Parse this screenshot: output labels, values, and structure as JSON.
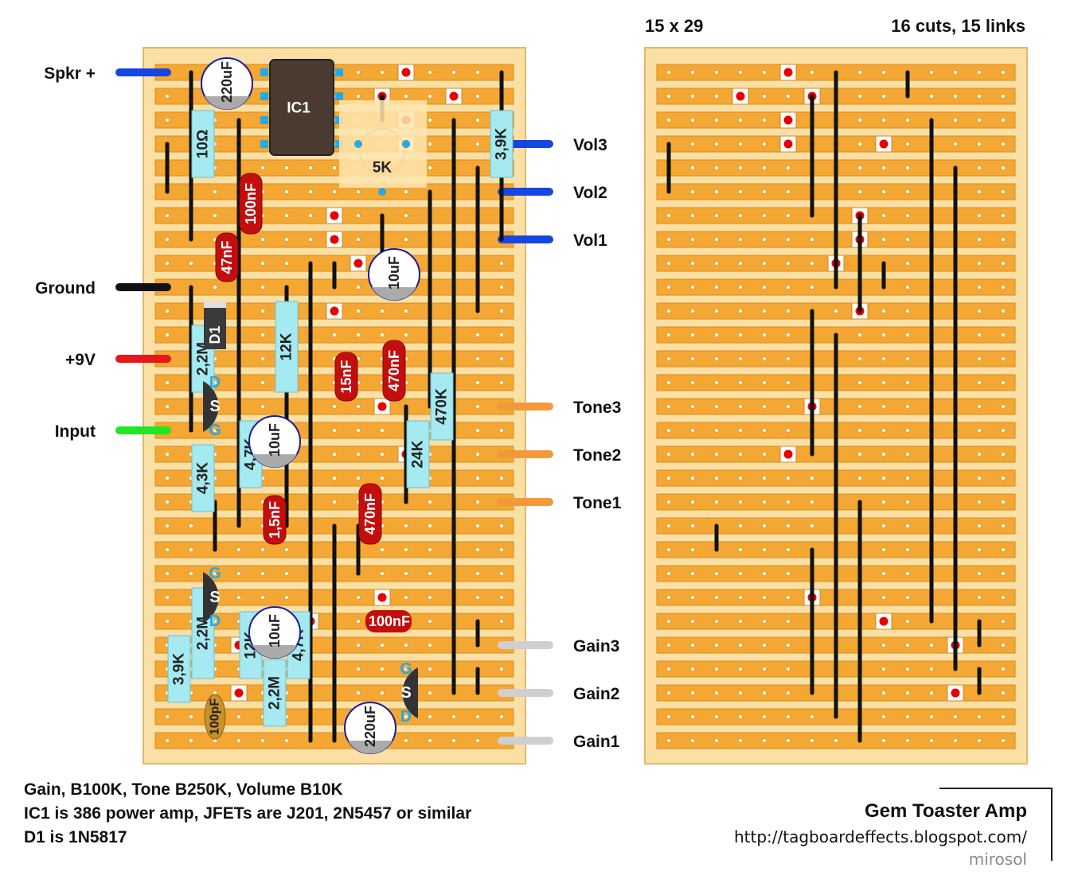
{
  "header": {
    "grid_size": "15 x 29",
    "cuts_links": "16 cuts, 15 links"
  },
  "connections_left": [
    {
      "label": "Spkr +",
      "color": "#1646e0",
      "row": 1
    },
    {
      "label": "Ground",
      "color": "#111111",
      "row": 10
    },
    {
      "label": "+9V",
      "color": "#e8181a",
      "row": 13
    },
    {
      "label": "Input",
      "color": "#21e626",
      "row": 16
    }
  ],
  "connections_right": [
    {
      "label": "Vol3",
      "color": "#1646e0",
      "row": 4
    },
    {
      "label": "Vol2",
      "color": "#1646e0",
      "row": 6
    },
    {
      "label": "Vol1",
      "color": "#1646e0",
      "row": 8
    },
    {
      "label": "Tone3",
      "color": "#f29a3a",
      "row": 15
    },
    {
      "label": "Tone2",
      "color": "#f29a3a",
      "row": 17
    },
    {
      "label": "Tone1",
      "color": "#f29a3a",
      "row": 19
    },
    {
      "label": "Gain3",
      "color": "#cfcfcf",
      "row": 25
    },
    {
      "label": "Gain2",
      "color": "#cfcfcf",
      "row": 27
    },
    {
      "label": "Gain1",
      "color": "#cfcfcf",
      "row": 29
    }
  ],
  "components": {
    "ic1": "IC1",
    "trimmer": "5K",
    "resistors": [
      {
        "label": "10Ω",
        "col": 1.5,
        "r1": 3,
        "r2": 5
      },
      {
        "label": "3,9K",
        "col": 14,
        "r1": 3,
        "r2": 5
      },
      {
        "label": "12K",
        "col": 5,
        "r1": 11,
        "r2": 14
      },
      {
        "label": "2,2M",
        "col": 1.5,
        "r1": 12,
        "r2": 14
      },
      {
        "label": "4,7K",
        "col": 3.5,
        "r1": 16,
        "r2": 18
      },
      {
        "label": "4,3K",
        "col": 1.5,
        "r1": 17,
        "r2": 19
      },
      {
        "label": "24K",
        "col": 10.5,
        "r1": 16,
        "r2": 18
      },
      {
        "label": "470K",
        "col": 11.5,
        "r1": 14,
        "r2": 16
      },
      {
        "label": "2,2M",
        "col": 1.5,
        "r1": 23,
        "r2": 26
      },
      {
        "label": "12K",
        "col": 3.5,
        "r1": 24,
        "r2": 26
      },
      {
        "label": "4,7K",
        "col": 5.5,
        "r1": 24,
        "r2": 26
      },
      {
        "label": "3,9K",
        "col": 0.5,
        "r1": 25,
        "r2": 27
      },
      {
        "label": "2,2M",
        "col": 4.5,
        "r1": 26,
        "r2": 28
      }
    ],
    "film_caps": [
      {
        "label": "100nF",
        "col": 3.5,
        "r1": 5.5,
        "r2": 7.5
      },
      {
        "label": "47nF",
        "col": 2.5,
        "r1": 8,
        "r2": 9.5
      },
      {
        "label": "15nF",
        "col": 7.5,
        "r1": 13,
        "r2": 14.5
      },
      {
        "label": "470nF",
        "col": 9.5,
        "r1": 12.5,
        "r2": 14.5
      },
      {
        "label": "1,5nF",
        "col": 4.5,
        "r1": 19,
        "r2": 20.5
      },
      {
        "label": "470nF",
        "col": 8.5,
        "r1": 18.5,
        "r2": 20.5
      }
    ],
    "film_cap_h": {
      "label": "100nF"
    },
    "ceramic_cap": {
      "label": "100pF"
    },
    "electrolytics": [
      {
        "label": "220uF",
        "col": 2.5,
        "row": 1
      },
      {
        "label": "10uF",
        "col": 9.5,
        "row": 9
      },
      {
        "label": "10uF",
        "col": 4.5,
        "row": 16
      },
      {
        "label": "10uF",
        "col": 4.5,
        "row": 24
      },
      {
        "label": "220uF",
        "col": 8.5,
        "row": 28
      }
    ],
    "diode": "D1",
    "jfet_pins": {
      "d": "D",
      "s": "S",
      "g": "G"
    }
  },
  "notes": [
    "Gain, B100K, Tone B250K, Volume B10K",
    "IC1 is 386 power amp, JFETs are J201, 2N5457 or similar",
    "D1 is 1N5817"
  ],
  "title": "Gem Toaster Amp",
  "url": "http://tagboardeffects.blogspot.com/",
  "author": "mirosol",
  "colors": {
    "board": "#fbe0a6",
    "strip": "#f4a733",
    "hole": "#fffbe8",
    "resistor": "#a5e9f1",
    "film_cap": "#c40e0e",
    "cut": "#e60000",
    "link": "#111111",
    "trimmer": "#ffe6b0"
  }
}
